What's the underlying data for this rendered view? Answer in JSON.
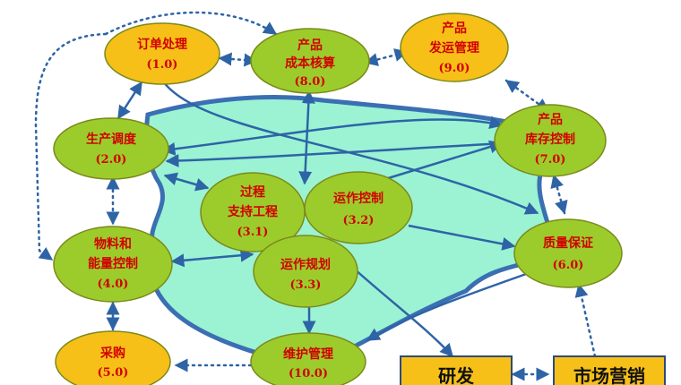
{
  "colors": {
    "region_fill": "#9bf3d4",
    "region_stroke": "#3b6fb3",
    "node_yellow": "#f6c018",
    "node_green": "#9ccc2c",
    "node_stroke": "#7a8a1a",
    "label_red": "#d10000",
    "arrow_blue": "#2e64a6",
    "box_fill": "#f6c018"
  },
  "nodes": {
    "order": {
      "line1": "订单处理",
      "code": "(1.0)"
    },
    "cost": {
      "line1": "产品",
      "line2": "成本核算",
      "code": "(8.0)"
    },
    "ship": {
      "line1": "产品",
      "line2": "发运管理",
      "code": "(9.0)"
    },
    "schedule": {
      "line1": "生产调度",
      "code": "(2.0)"
    },
    "inventory": {
      "line1": "产品",
      "line2": "库存控制",
      "code": "(7.0)"
    },
    "process": {
      "line1": "过程",
      "line2": "支持工程",
      "code": "(3.1)"
    },
    "opctrl": {
      "line1": "运作控制",
      "code": "(3.2)"
    },
    "material": {
      "line1": "物料和",
      "line2": "能量控制",
      "code": "(4.0)"
    },
    "opplan": {
      "line1": "运作规划",
      "code": "(3.3)"
    },
    "quality": {
      "line1": "质量保证",
      "code": "(6.0)"
    },
    "purchase": {
      "line1": "采购",
      "code": "(5.0)"
    },
    "maint": {
      "line1": "维护管理",
      "code": "(10.0)"
    }
  },
  "boxes": {
    "rnd": {
      "label": "研发"
    },
    "marketing": {
      "label": "市场营销"
    }
  }
}
